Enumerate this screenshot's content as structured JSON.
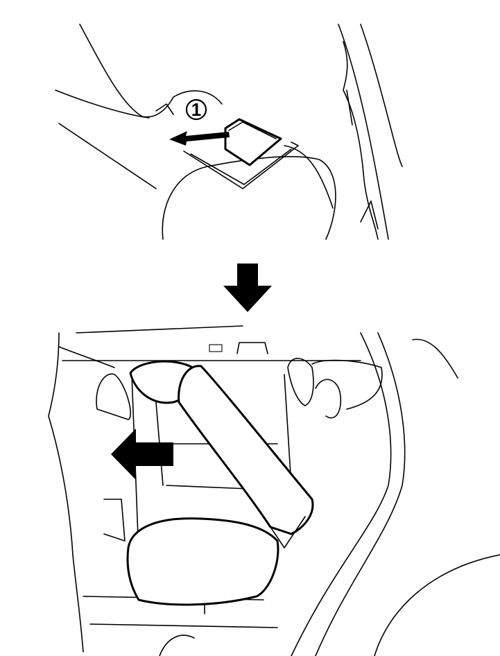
{
  "steps": [
    {
      "number": "1"
    }
  ],
  "colors": {
    "line": "#000000",
    "background": "#ffffff"
  },
  "icons": [
    "release-direction-arrow",
    "sequence-down-arrow",
    "fold-direction-arrow"
  ]
}
